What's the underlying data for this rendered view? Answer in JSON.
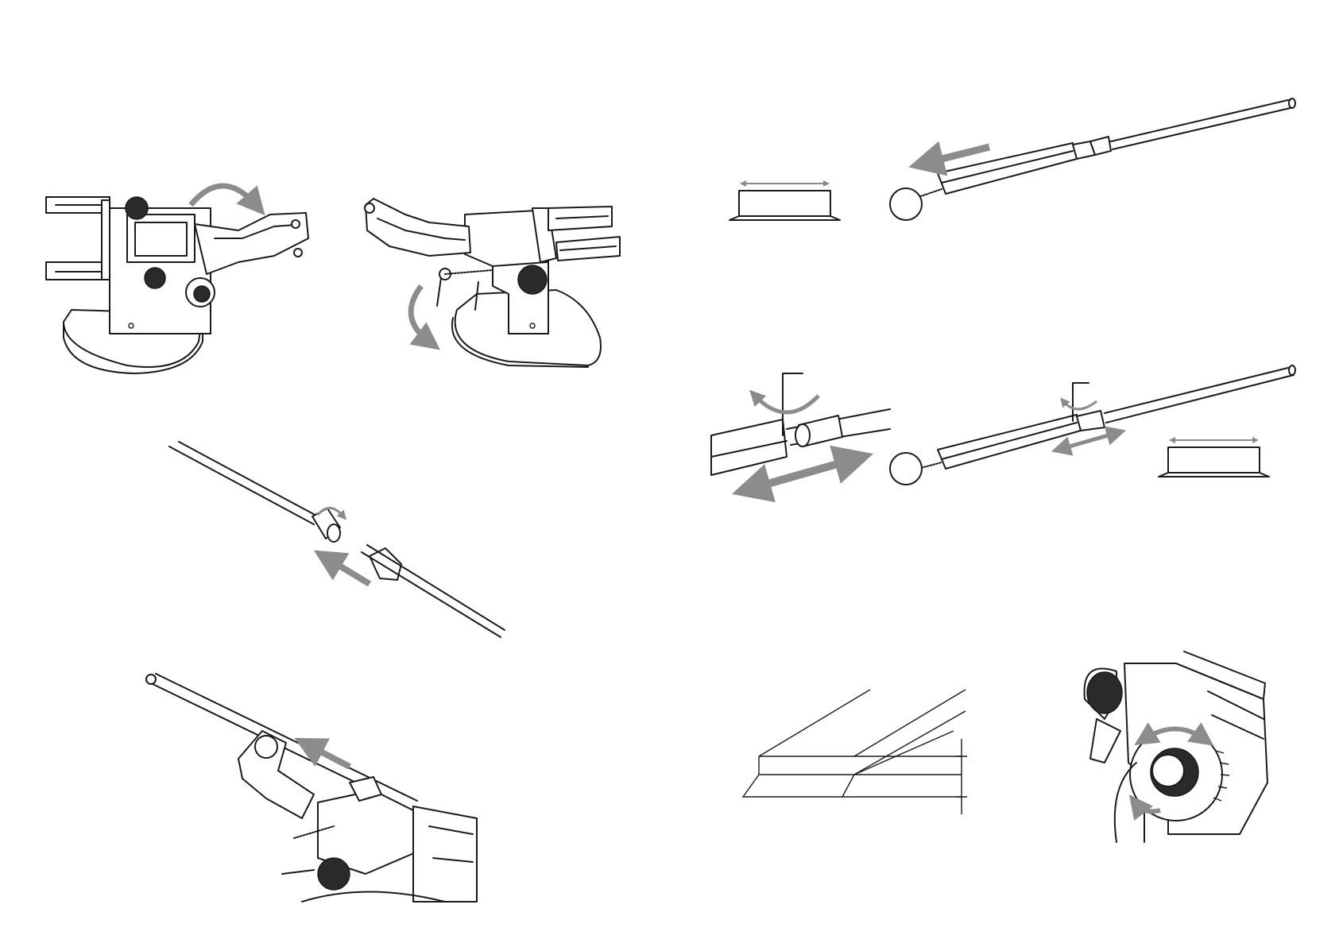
{
  "colors": {
    "ink": "#1a1a1a",
    "arrow": "#8c8c8c",
    "dimension": "#8a8a8a",
    "background": "#ffffff"
  },
  "panels": [
    {
      "name": "jaw-rotate-top-view",
      "icons": [
        "clamp-icon",
        "rotate-arrow-icon"
      ]
    },
    {
      "name": "jaw-rotate-side-view",
      "icons": [
        "clamp-icon",
        "rotate-arrow-icon"
      ]
    },
    {
      "name": "rod-coupling-assembly",
      "icons": [
        "rod-icon",
        "coupling-icon",
        "twist-arrow-icon",
        "insert-arrow-icon"
      ]
    },
    {
      "name": "rod-insert-guide",
      "icons": [
        "rod-icon",
        "guide-arm-icon",
        "insert-arrow-icon"
      ]
    },
    {
      "name": "stone-holder-insert",
      "icons": [
        "stone-icon",
        "holder-icon",
        "push-arrow-icon"
      ]
    },
    {
      "name": "hex-key-adjust",
      "icons": [
        "hex-key-icon",
        "slide-arrow-icon",
        "stone-icon"
      ]
    },
    {
      "name": "bevel-angle-detail",
      "icons": [
        "blade-bevel-icon",
        "dimension-icon"
      ]
    },
    {
      "name": "angle-dial-adjust",
      "icons": [
        "angle-dial-icon",
        "rotate-arrow-icon"
      ]
    }
  ]
}
